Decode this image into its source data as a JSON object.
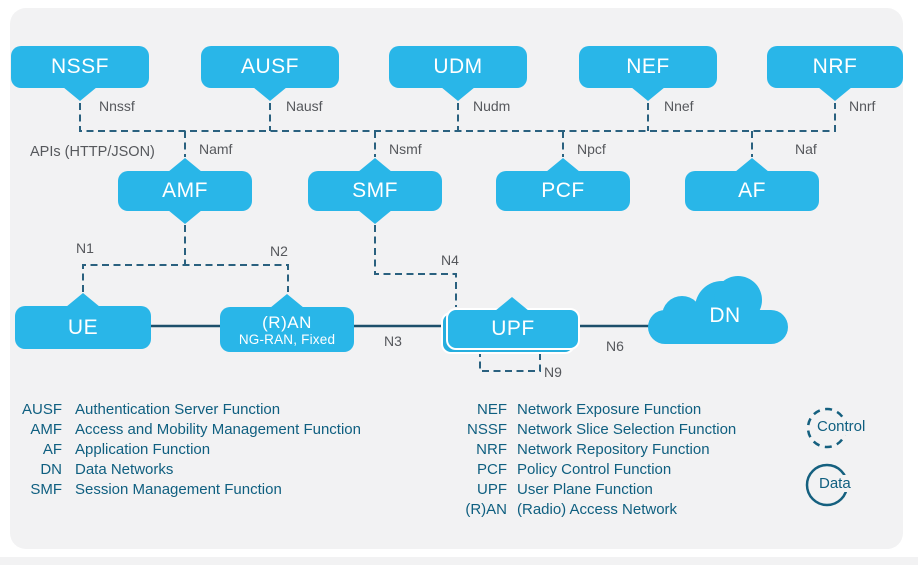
{
  "diagram": {
    "api_bus_label": "APIs (HTTP/JSON)",
    "nodes": {
      "nssf": {
        "label": "NSSF"
      },
      "ausf": {
        "label": "AUSF"
      },
      "udm": {
        "label": "UDM"
      },
      "nef": {
        "label": "NEF"
      },
      "nrf": {
        "label": "NRF"
      },
      "amf": {
        "label": "AMF"
      },
      "smf": {
        "label": "SMF"
      },
      "pcf": {
        "label": "PCF"
      },
      "af": {
        "label": "AF"
      },
      "ue": {
        "label": "UE"
      },
      "ran": {
        "label": "(R)AN",
        "sublabel": "NG-RAN, Fixed"
      },
      "upf": {
        "label": "UPF"
      },
      "dn": {
        "label": "DN"
      }
    },
    "interfaces": {
      "nnssf": "Nnssf",
      "nausf": "Nausf",
      "nudm": "Nudm",
      "nnef": "Nnef",
      "nnrf": "Nnrf",
      "namf": "Namf",
      "nsmf": "Nsmf",
      "npcf": "Npcf",
      "naf": "Naf",
      "n1": "N1",
      "n2": "N2",
      "n3": "N3",
      "n4": "N4",
      "n6": "N6",
      "n9": "N9"
    }
  },
  "legend": {
    "left": [
      {
        "abbr": "AUSF",
        "desc": "Authentication Server Function"
      },
      {
        "abbr": "AMF",
        "desc": "Access and Mobility Management Function"
      },
      {
        "abbr": "AF",
        "desc": "Application Function"
      },
      {
        "abbr": "DN",
        "desc": "Data Networks"
      },
      {
        "abbr": "SMF",
        "desc": "Session Management Function"
      }
    ],
    "right": [
      {
        "abbr": "NEF",
        "desc": "Network Exposure Function"
      },
      {
        "abbr": "NSSF",
        "desc": "Network Slice Selection Function"
      },
      {
        "abbr": "NRF",
        "desc": "Network Repository Function"
      },
      {
        "abbr": "PCF",
        "desc": "Policy Control Function"
      },
      {
        "abbr": "UPF",
        "desc": "User Plane Function"
      },
      {
        "abbr": "(R)AN",
        "desc": "(Radio) Access Network"
      }
    ],
    "control_label": "Control",
    "data_label": "Data"
  },
  "colors": {
    "node_fill": "#29b6e8",
    "dashed_line": "#2a617f",
    "solid_line": "#1d4f6a",
    "interface_text": "#56585c",
    "legend_text": "#0f5f80",
    "panel_bg": "#f2f2f3"
  }
}
